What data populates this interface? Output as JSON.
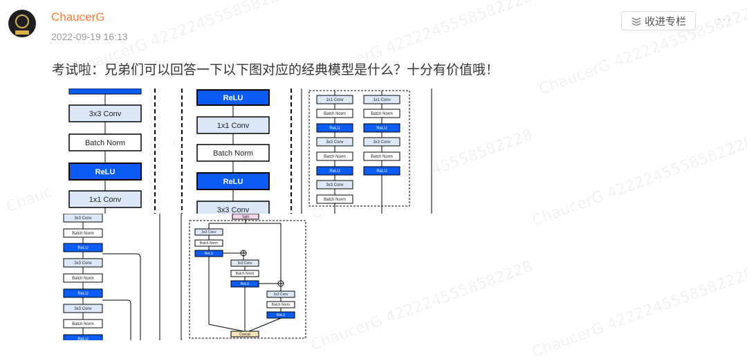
{
  "post": {
    "author": "ChaucerG",
    "time": "2022-09-19 16:13",
    "text": "考试啦：兄弟们可以回答一下以下图对应的经典模型是什么？十分有价值哦！",
    "collect_label": "收进专栏",
    "more_label": "···"
  },
  "watermark": "ChaucerG 4222245558582228",
  "labels": {
    "conv3": "3x3 Conv",
    "conv1": "1x1 Conv",
    "bn": "Batch Norm",
    "relu": "ReLU",
    "concat": "Concat",
    "split": "Split"
  },
  "colors": {
    "author": "#fa7d3c",
    "relu_fill": "#0a5cf5",
    "conv_fill": "#dce8f7"
  }
}
